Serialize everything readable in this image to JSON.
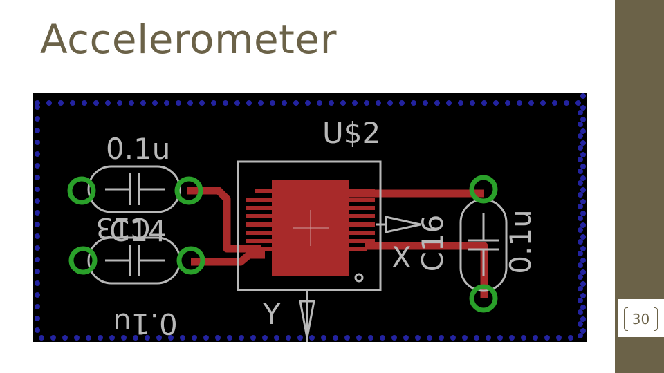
{
  "slide": {
    "title": "Accelerometer",
    "page_number": "30"
  },
  "pcb": {
    "labels": {
      "chip": "U$2",
      "c13_value": "0.1u",
      "c13_name": "C13",
      "c14_name": "C14",
      "c14_value": "0.1u",
      "c16_name": "C16",
      "c16_value": "0.1u",
      "axis_x": "X",
      "axis_y": "Y"
    },
    "colors": {
      "board": "#000000",
      "trace": "#a82a2a",
      "silkscreen": "#b8b8b8",
      "pad_ring": "#2aa02a",
      "ground_dots": "#2323a0",
      "theme": "#6b6248"
    }
  }
}
